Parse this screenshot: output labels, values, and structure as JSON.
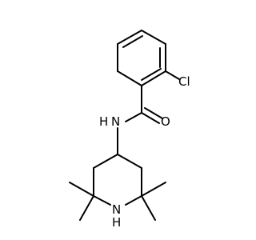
{
  "molecule": {
    "atoms": {
      "chlorine": "Cl",
      "amide_nitrogen": "N",
      "amide_hydrogen": "H",
      "carbonyl_oxygen": "O",
      "ring_nitrogen": "N",
      "ring_hydrogen": "H"
    }
  }
}
